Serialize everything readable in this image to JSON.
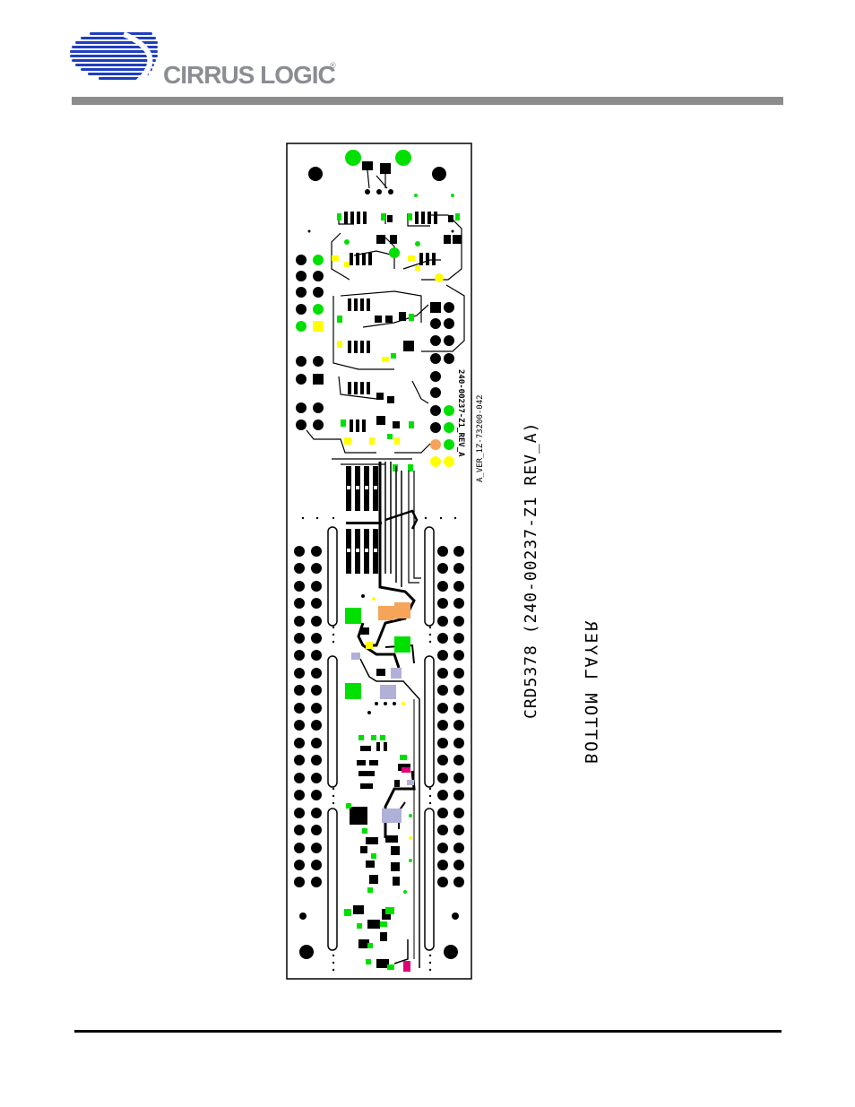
{
  "header": {
    "company": "CIRRUS LOGIC",
    "registered": "®"
  },
  "board": {
    "title_text": "CRD5378 (240-00237-Z1 REV_A)",
    "silk_text_mirrored": "240-00237-Z1_REV_A",
    "silk_text_small": "A_VER_1Z-73200-042",
    "layer_label": "BOTTOM LAYER"
  },
  "colors": {
    "pad_green": "#00e000",
    "pad_yellow": "#ffff00",
    "pad_orange": "#f5a45a",
    "pad_lavender": "#b0b0d8",
    "pad_magenta": "#e0007a",
    "header_rule": "#8c8c8c",
    "logo_blue": "#1f3fbf",
    "logo_grey": "#8a8d91"
  }
}
